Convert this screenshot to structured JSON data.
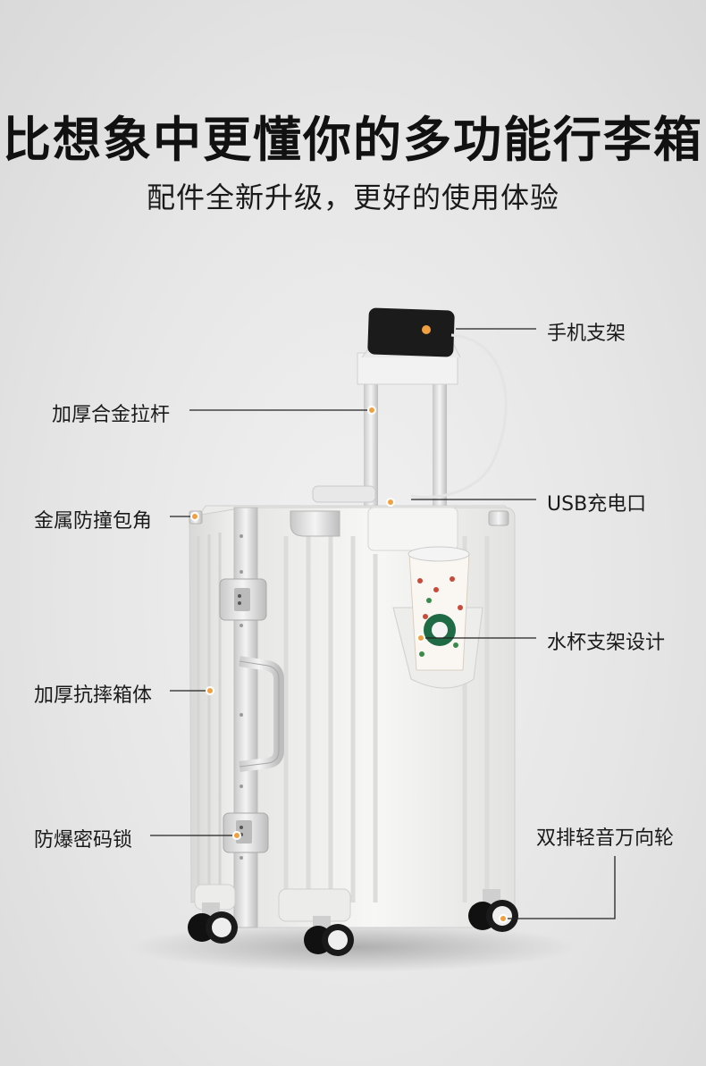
{
  "header": {
    "title": "比想象中更懂你的多功能行李箱",
    "subtitle": "配件全新升级，更好的使用体验"
  },
  "features": {
    "phone_holder": "手机支架",
    "aluminum_handle": "加厚合金拉杆",
    "usb_port": "USB充电口",
    "corner_guard": "金属防撞包角",
    "cup_holder": "水杯支架设计",
    "shell": "加厚抗摔箱体",
    "lock": "防爆密码锁",
    "wheels": "双排轻音万向轮"
  },
  "colors": {
    "accent_dot": "#f0a040",
    "leader_line": "#222222",
    "case_body": "#f2f2f0"
  }
}
